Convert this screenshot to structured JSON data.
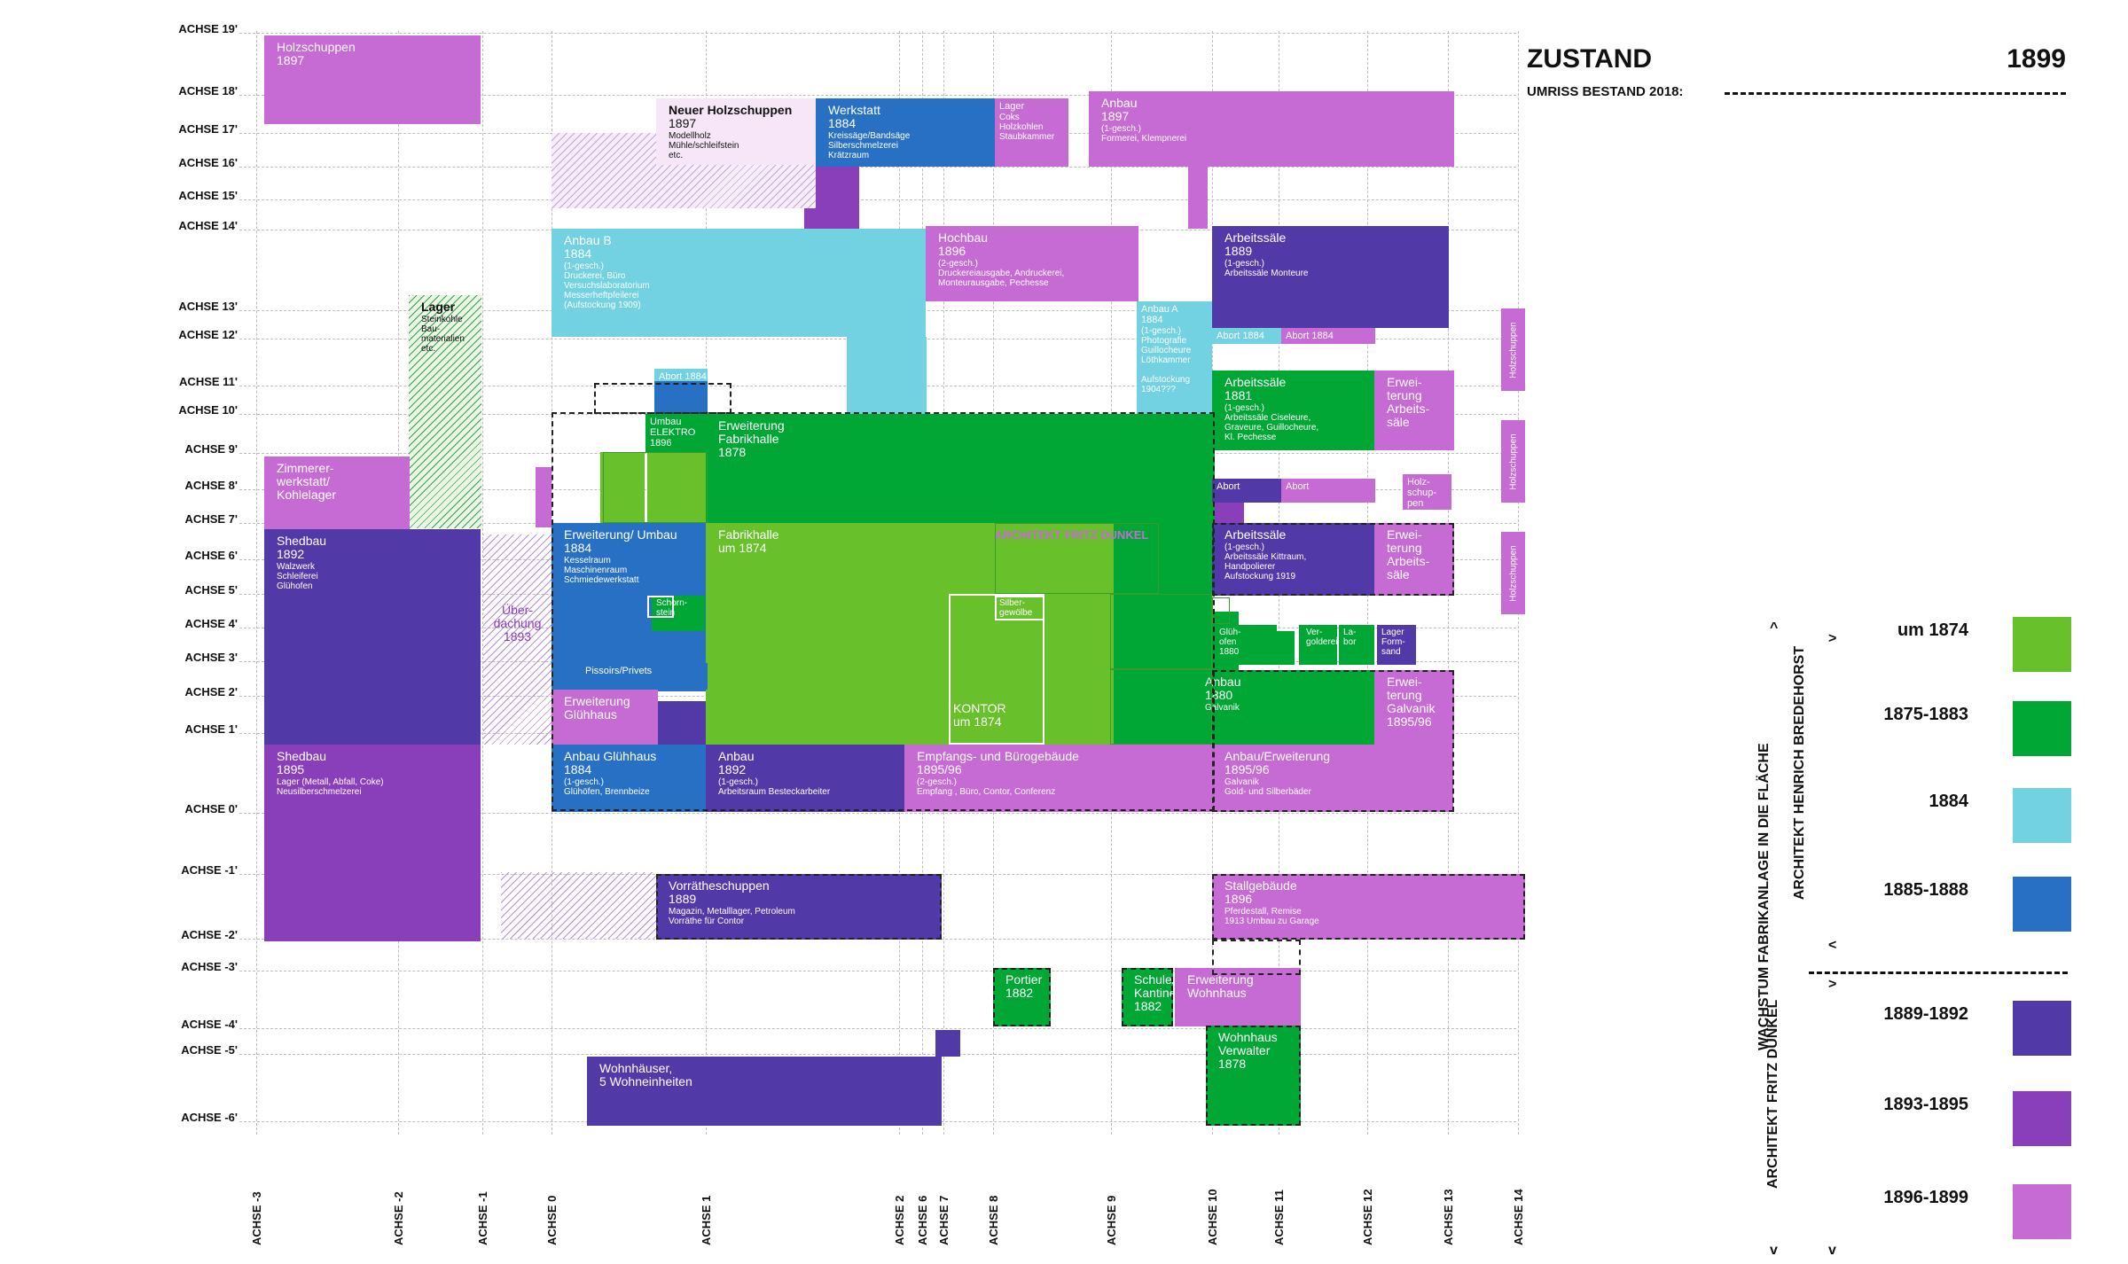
{
  "header": {
    "title": "ZUSTAND",
    "year": "1899",
    "umriss": "UMRISS BESTAND 2018:"
  },
  "colors": {
    "um1874": "#68c02a",
    "p1875": "#00a735",
    "p1884": "#72d2e2",
    "p1885": "#2770c4",
    "p1889": "#5139a8",
    "p1893": "#8a3fba",
    "p1896": "#c66bd4"
  },
  "legend": {
    "items": [
      {
        "label": "um 1874",
        "color": "#68c02a"
      },
      {
        "label": "1875-1883",
        "color": "#00a735"
      },
      {
        "label": "1884",
        "color": "#72d2e2"
      },
      {
        "label": "1885-1888",
        "color": "#2770c4"
      },
      {
        "label": "1889-1892",
        "color": "#5139a8"
      },
      {
        "label": "1893-1895",
        "color": "#8a3fba"
      },
      {
        "label": "1896-1899",
        "color": "#c66bd4"
      }
    ],
    "growth": "WACHSTUM FABRIKANLAGE IN DIE FLÄCHE",
    "architect1": "ARCHITEKT HENRICH BREDEHORST",
    "architect2": "ARCHITEKT FRITZ DUNKEL",
    "arrow_up": "^",
    "arrow_down": "v",
    "arrow_right": ">",
    "arrow_left": "<"
  },
  "axes": {
    "rows": [
      "ACHSE 19'",
      "ACHSE 18'",
      "ACHSE 17'",
      "ACHSE 16'",
      "ACHSE 15'",
      "ACHSE 14'",
      "ACHSE 13'",
      "ACHSE 12'",
      "ACHSE 11'",
      "ACHSE 10'",
      "ACHSE 9'",
      "ACHSE 8'",
      "ACHSE 7'",
      "ACHSE 6'",
      "ACHSE 5'",
      "ACHSE 4'",
      "ACHSE 3'",
      "ACHSE 2'",
      "ACHSE 1'",
      "ACHSE 0'",
      "ACHSE -1'",
      "ACHSE -2'",
      "ACHSE -3'",
      "ACHSE -4'",
      "ACHSE -5'",
      "ACHSE -6'"
    ],
    "cols": [
      "ACHSE -3",
      "ACHSE -2",
      "ACHSE -1",
      "ACHSE 0",
      "ACHSE 1",
      "ACHSE 2",
      "ACHSE 6",
      "ACHSE 7",
      "ACHSE 8",
      "ACHSE 9",
      "ACHSE 10",
      "ACHSE 11",
      "ACHSE 12",
      "ACHSE 13",
      "ACHSE 14"
    ]
  },
  "buildings": [
    {
      "title": "Holzschuppen",
      "year": "1897",
      "desc": ""
    },
    {
      "title": "Neuer Holzschuppen",
      "year": "1897",
      "desc": "Modellholz\nMühle/schleifstein\netc."
    },
    {
      "title": "Werkstatt",
      "year": "1884",
      "desc": "Kreissäge/Bandsäge\nSilberschmelzerei\nKrätzraum"
    },
    {
      "title": "Lager",
      "year": "",
      "desc": "Coks\nHolzkohlen\nStaubkammer"
    },
    {
      "title": "Anbau",
      "year": "1897",
      "desc": "(1-gesch.)\nFormerei, Klempnerei"
    },
    {
      "title": "Anbau B",
      "year": "1884",
      "desc": "(1-gesch.)\nDruckerei, Büro\nVersuchslaboratorium\nMesserheftpfeilerei\n(Aufstockung 1909)"
    },
    {
      "title": "Hochbau",
      "year": "1896",
      "desc": "(2-gesch.)\nDruckereiausgabe, Andruckerei,\nMonteurausgabe, Pechesse"
    },
    {
      "title": "Arbeitssäle",
      "year": "1889",
      "desc": "(1-gesch.)\nArbeitssäle Monteure"
    },
    {
      "title": "Lager",
      "year": "",
      "desc": "Steinkohle\nBau-\nmaterialien\netc."
    },
    {
      "title": "Anbau A",
      "year": "1884",
      "desc": "(1-gesch.)\nPhotografie\nGuillocheure\nLöthkammer\n\nAufstockung\n1904???"
    },
    {
      "title": "Abort 1884",
      "year": "",
      "desc": ""
    },
    {
      "title": "Abort 1884",
      "year": "",
      "desc": ""
    },
    {
      "title": "Abort 1884",
      "year": "",
      "desc": ""
    },
    {
      "title": "Arbeitssäle",
      "year": "1881",
      "desc": "(1-gesch.)\nArbeitssäle Ciseleure,\nGraveure, Guillocheure,\nKl. Pechesse"
    },
    {
      "title": "Erwei-\nterung\nArbeits-\nsäle",
      "year": "",
      "desc": ""
    },
    {
      "title": "Holzschuppen",
      "year": "",
      "desc": ""
    },
    {
      "title": "Holzschuppen",
      "year": "",
      "desc": ""
    },
    {
      "title": "Holzschuppen",
      "year": "",
      "desc": ""
    },
    {
      "title": "Zimmerer-\nwerkstatt/\nKohlelager",
      "year": "",
      "desc": ""
    },
    {
      "title": "Umbau\nELEKTRO",
      "year": "1896",
      "desc": ""
    },
    {
      "title": "Erweiterung\nFabrikhalle",
      "year": "1878",
      "desc": ""
    },
    {
      "title": "Abort",
      "year": "",
      "desc": ""
    },
    {
      "title": "Abort",
      "year": "",
      "desc": ""
    },
    {
      "title": "Holz-\nschup-\npen",
      "year": "",
      "desc": ""
    },
    {
      "title": "Shedbau",
      "year": "1892",
      "desc": "Walzwerk\nSchleiferei\nGlühofen"
    },
    {
      "title": "Über-\ndachung",
      "year": "1893",
      "desc": ""
    },
    {
      "title": "Erweiterung/ Umbau",
      "year": "1884",
      "desc": "Kesselraum\nMaschinenraum\nSchmiedewerkstatt"
    },
    {
      "title": "Fabrikhalle",
      "year": "um 1874",
      "desc": ""
    },
    {
      "title": "ARCHITEKT FRITZ DUNKEL",
      "year": "",
      "desc": ""
    },
    {
      "title": "Arbeitssäle",
      "year": "",
      "desc": "(1-gesch.)\nArbeitssäle Kittraum,\nHandpolierer\nAufstockung 1919"
    },
    {
      "title": "Erwei-\nterung\nArbeits-\nsäle",
      "year": "",
      "desc": ""
    },
    {
      "title": "Schorn-\nstein",
      "year": "",
      "desc": ""
    },
    {
      "title": "Silber-\ngewölbe",
      "year": "",
      "desc": ""
    },
    {
      "title": "Glüh-\nofen\n1880",
      "year": "",
      "desc": ""
    },
    {
      "title": "Ver-\ngolderei",
      "year": "",
      "desc": ""
    },
    {
      "title": "La-\nbor",
      "year": "",
      "desc": ""
    },
    {
      "title": "Lager\nForm-\nsand",
      "year": "",
      "desc": ""
    },
    {
      "title": "Pissoirs/Privets",
      "year": "",
      "desc": ""
    },
    {
      "title": "Anbau",
      "year": "1880",
      "desc": "Galvanik"
    },
    {
      "title": "Erwei-\nterung\nGalvanik",
      "year": "1895/96",
      "desc": ""
    },
    {
      "title": "Erweiterung\nGlühhaus",
      "year": "",
      "desc": ""
    },
    {
      "title": "KONTOR",
      "year": "um 1874",
      "desc": ""
    },
    {
      "title": "Shedbau",
      "year": "1895",
      "desc": "Lager (Metall, Abfall, Coke)\nNeusilberschmelzerei"
    },
    {
      "title": "Anbau Glühhaus",
      "year": "1884",
      "desc": "(1-gesch.)\nGlühöfen, Brennbeize"
    },
    {
      "title": "Anbau",
      "year": "1892",
      "desc": "(1-gesch.)\nArbeitsraum Besteckarbeiter"
    },
    {
      "title": "Empfangs- und Bürogebäude",
      "year": "1895/96",
      "desc": "(2-gesch.)\nEmpfang , Büro, Contor, Conferenz"
    },
    {
      "title": "Anbau/Erweiterung",
      "year": "1895/96",
      "desc": "Galvanik\nGold- und Silberbäder"
    },
    {
      "title": "Vorrätheschuppen",
      "year": "1889",
      "desc": "Magazin, Metalllager, Petroleum\nVorräthe für Contor"
    },
    {
      "title": "Stallgebäude",
      "year": "1896",
      "desc": "Pferdestall, Remise\n1913 Umbau zu Garage"
    },
    {
      "title": "Portier",
      "year": "1882",
      "desc": ""
    },
    {
      "title": "Schule/\nKantine",
      "year": "1882",
      "desc": ""
    },
    {
      "title": "Erweiterung\nWohnhaus",
      "year": "",
      "desc": ""
    },
    {
      "title": "Wohnhäuser,\n5 Wohneinheiten",
      "year": "",
      "desc": ""
    },
    {
      "title": "Wohnhaus\nVerwalter",
      "year": "1878",
      "desc": ""
    }
  ]
}
